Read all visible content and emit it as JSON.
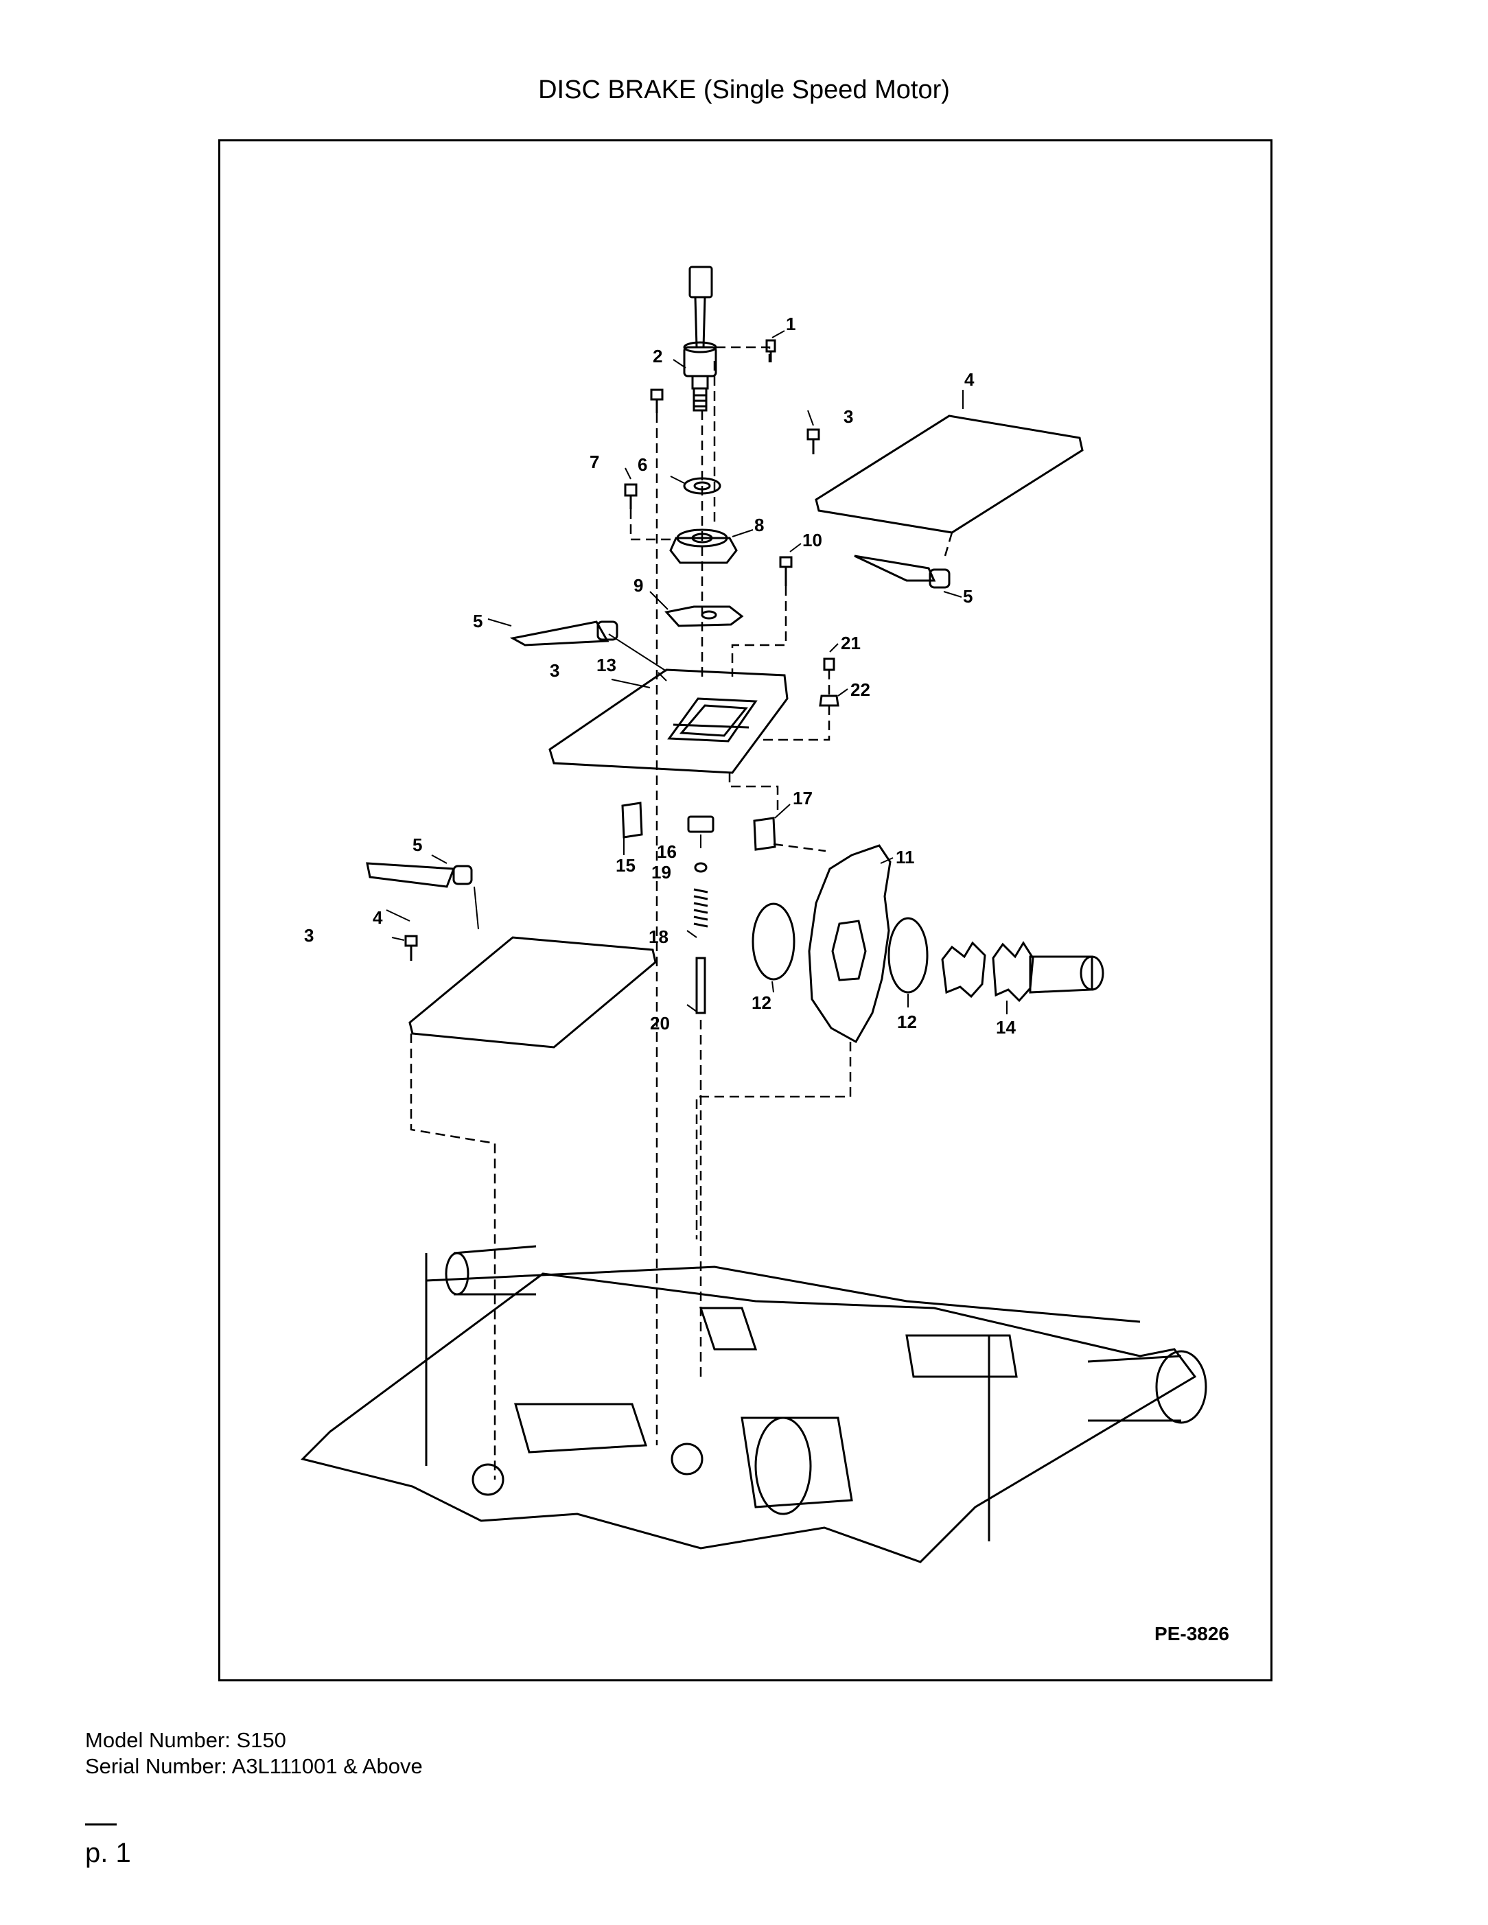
{
  "title": "DISC BRAKE (Single Speed Motor)",
  "figure_ref": "PE-3826",
  "model_number": "Model Number: S150",
  "serial_number": "Serial Number: A3L111001 & Above",
  "page_number": "p. 1",
  "callouts": {
    "c1": "1",
    "c2": "2",
    "c3a": "3",
    "c3b": "3",
    "c3c": "3",
    "c4a": "4",
    "c4b": "4",
    "c5a": "5",
    "c5b": "5",
    "c5c": "5",
    "c6": "6",
    "c7": "7",
    "c8": "8",
    "c9": "9",
    "c10": "10",
    "c11": "11",
    "c12a": "12",
    "c12b": "12",
    "c13": "13",
    "c14": "14",
    "c15": "15",
    "c16": "16",
    "c17": "17",
    "c18": "18",
    "c19": "19",
    "c20": "20",
    "c21": "21",
    "c22": "22"
  }
}
